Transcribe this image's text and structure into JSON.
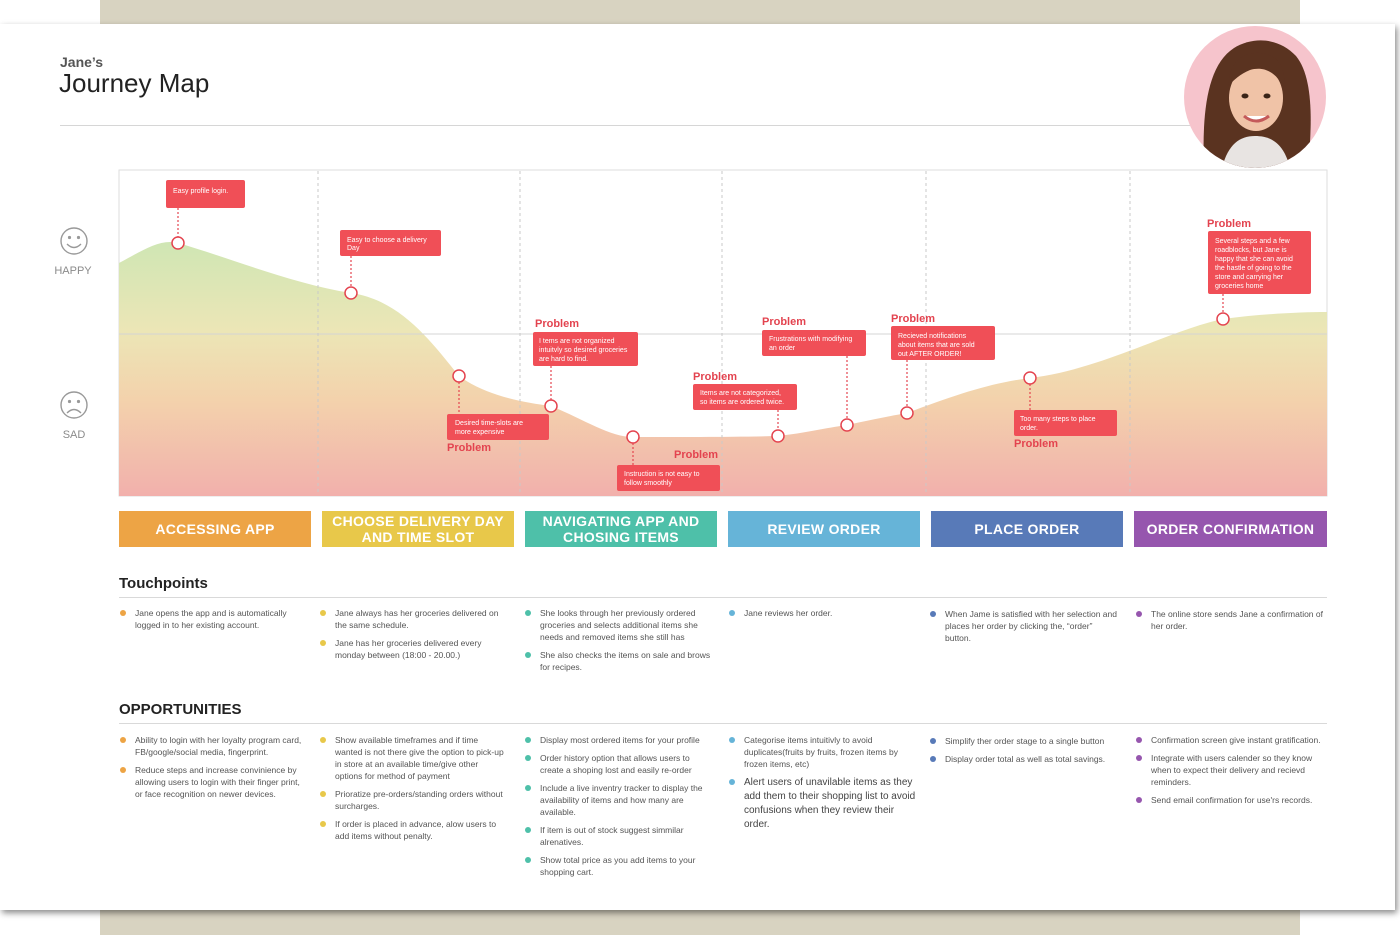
{
  "header": {
    "subtitle": "Jane’s",
    "title": "Journey Map"
  },
  "emotions": {
    "happy": "HAPPY",
    "sad": "SAD"
  },
  "problem_label": "Problem",
  "notes": [
    {
      "text": [
        "Easy profile login."
      ]
    },
    {
      "text": [
        "Easy to choose a delivery",
        "Day"
      ]
    },
    {
      "text": [
        "Desired time-slots are",
        "more expensive"
      ]
    },
    {
      "text": [
        "I tems are not organized",
        "intuitvly so desired groceries",
        "are hard to find."
      ]
    },
    {
      "text": [
        "Instruction is not easy to",
        "follow smoothly"
      ]
    },
    {
      "text": [
        "Items are not categorized,",
        "so items are ordered twice."
      ]
    },
    {
      "text": [
        "Frustrations with modifying",
        "an order"
      ]
    },
    {
      "text": [
        "Recieved notifications",
        "about items that are sold",
        "out AFTER ORDER!"
      ]
    },
    {
      "text": [
        "Too many steps to place",
        "order."
      ]
    },
    {
      "text": [
        "Several steps and a few",
        "roadblocks, but Jane is",
        "happy that she can avoid",
        "the hastle of going to the",
        "store and carrying her",
        "groceries home"
      ]
    }
  ],
  "stages": [
    {
      "label": "ACCESSING APP",
      "color": "#eda445"
    },
    {
      "label": "CHOOSE DELIVERY DAY AND TIME SLOT",
      "color": "#e8c84a"
    },
    {
      "label": "NAVIGATING APP AND CHOSING ITEMS",
      "color": "#4ec0a9"
    },
    {
      "label": "REVIEW ORDER",
      "color": "#66b4d8"
    },
    {
      "label": "PLACE ORDER",
      "color": "#587ab8"
    },
    {
      "label": "ORDER CONFIRMATION",
      "color": "#9656ae"
    }
  ],
  "touchpoints": {
    "heading": "Touchpoints",
    "columns": [
      [
        "Jane opens the app and is automatically logged in to her existing account."
      ],
      [
        "Jane always has her groceries delivered on the same schedule.",
        "Jane has her groceries delivered every monday between (18:00 - 20.00.)"
      ],
      [
        "She looks through her previously ordered groceries and selects additional items she needs and removed items she still has",
        "She also checks the items on sale and brows for recipes."
      ],
      [
        "Jane reviews her order."
      ],
      [
        "When Jame is satisfied with her selection and places her order by clicking the, “order” button."
      ],
      [
        "The online store sends Jane a confirmation of her order."
      ]
    ]
  },
  "opportunities": {
    "heading": "OPPORTUNITIES",
    "columns": [
      [
        "Ability to login with her loyalty program card, FB/google/social media, fingerprint.",
        "Reduce steps and increase convinience by allowing users to login with their finger print, or face recognition on newer devices."
      ],
      [
        "Show available timeframes and if time wanted is not there give the option to pick-up in store at an available time/give other options for method of payment",
        "Prioratize pre-orders/standing orders without surcharges.",
        "If order is placed in advance, alow users to add items without penalty."
      ],
      [
        "Display most ordered items for your profile",
        "Order history option that allows users to create a shoping lost and easily re-order",
        "Include a live inventry tracker to display the availability of items and how many are available.",
        "If item is out of stock suggest simmilar alrenatives.",
        "Show total price as you add items to your shopping cart."
      ],
      [
        "Categorise items intuitivly to avoid duplicates(fruits by fruits, frozen items by frozen items, etc)",
        "Alert users of unavilable items as they add them to their shopping list to avoid confusions when they review their order."
      ],
      [
        "Simplify ther order stage to a single button",
        "Display order total as well as total savings."
      ],
      [
        "Confirmation screen give instant gratification.",
        "Integrate with users calender so they know when to expect their delivery and recievd reminders.",
        "Send email  confirmation for use'rs records."
      ]
    ]
  }
}
